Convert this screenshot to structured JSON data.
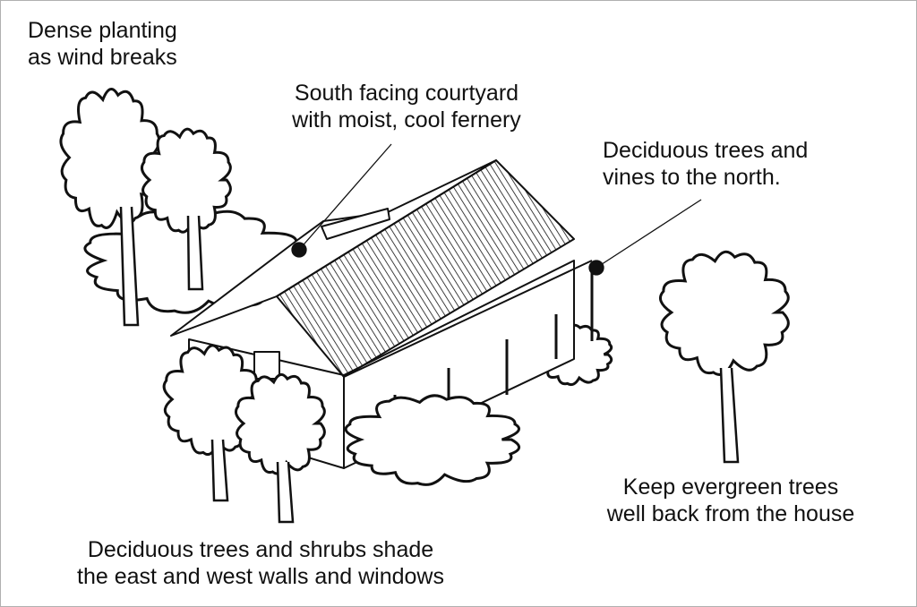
{
  "labels": {
    "wind_breaks": [
      "Dense planting",
      "as wind breaks"
    ],
    "courtyard": [
      "South facing courtyard",
      "with moist, cool fernery"
    ],
    "north": [
      "Deciduous trees and",
      "vines to the north."
    ],
    "evergreen": [
      "Keep evergreen trees",
      "well back from the house"
    ],
    "east_west": [
      "Deciduous trees and shrubs shade",
      "the east and west walls and windows"
    ]
  },
  "colors": {
    "ink": "#111111",
    "background": "#ffffff",
    "border": "#b0b0b0"
  }
}
